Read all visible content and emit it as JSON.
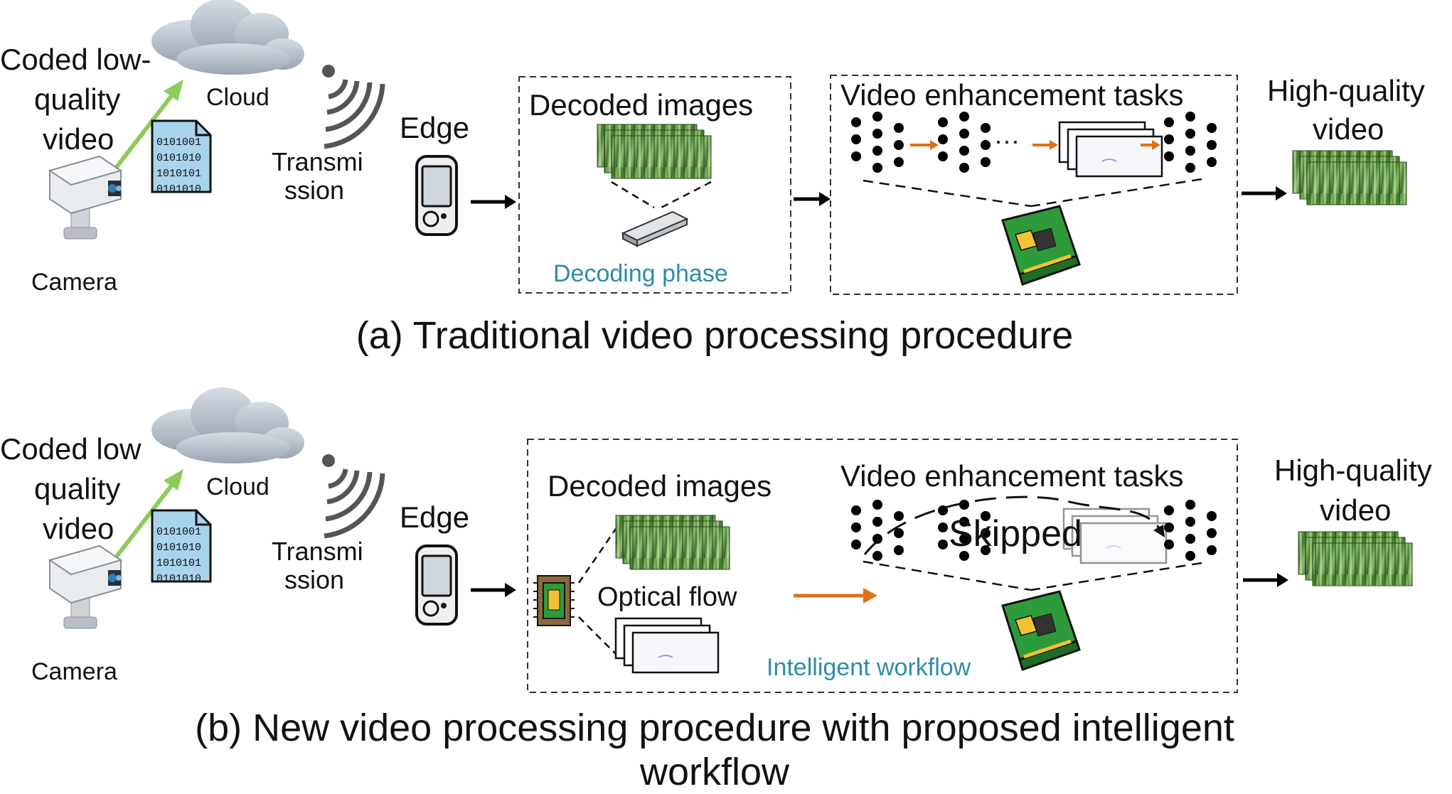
{
  "panel_a": {
    "source_label": [
      "Coded low-",
      "quality",
      "video"
    ],
    "cloud": "Cloud",
    "camera": "Camera",
    "transmission": [
      "Transmi",
      "ssion"
    ],
    "edge": "Edge",
    "decoded_title": "Decoded images",
    "decoding_phase": "Decoding phase",
    "enhance_title": "Video enhancement tasks",
    "ellipsis": "···",
    "output": [
      "High-quality",
      "video"
    ],
    "bits": [
      "0101001",
      "0101010",
      "1010101",
      "0101010"
    ],
    "caption": "(a) Traditional video processing procedure"
  },
  "panel_b": {
    "source_label": [
      "Coded low",
      "quality",
      "video"
    ],
    "cloud": "Cloud",
    "camera": "Camera",
    "transmission": [
      "Transmi",
      "ssion"
    ],
    "edge": "Edge",
    "decoded_title": "Decoded  images",
    "optical_flow": "Optical flow",
    "enhance_title": "Video enhancement tasks",
    "skipped": "Skipped",
    "workflow": "Intelligent workflow",
    "output": [
      "High-quality",
      "video"
    ],
    "bits": [
      "0101001",
      "0101010",
      "1010101",
      "0101010"
    ],
    "caption_lines": [
      "(b) New video processing procedure with proposed intelligent",
      "workflow"
    ]
  },
  "colors": {
    "accent_text": "#2f8ca8",
    "arrow_orange": "#e07018",
    "arrow_green": "#8ccc5a",
    "gpu_board": "#2e9b3a",
    "cloud": "#b8c1cc",
    "forest": "#4f8a3a"
  },
  "icons": [
    "cloud-icon",
    "camera-icon",
    "file-icon",
    "signal-icon",
    "phone-icon",
    "decoder-icon",
    "neural-network-icon",
    "gpu-card-icon",
    "chip-icon"
  ]
}
